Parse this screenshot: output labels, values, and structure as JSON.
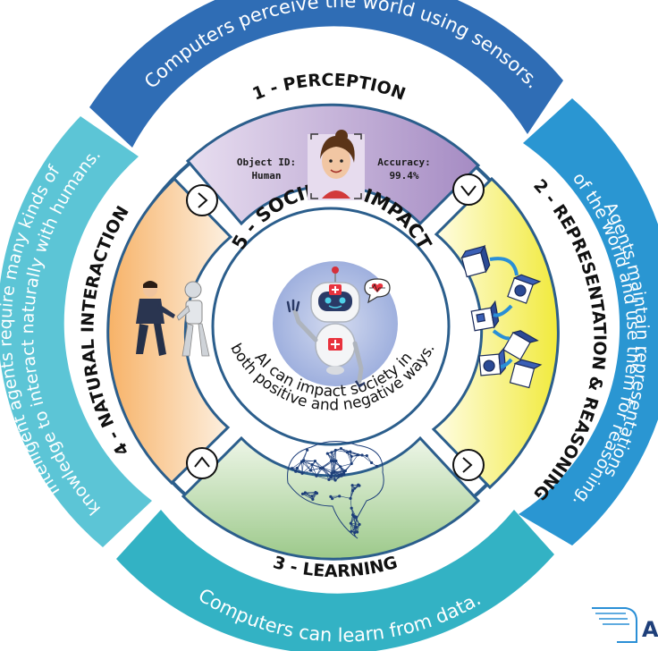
{
  "outer_ring": {
    "top": "Computers perceive the world using sensors.",
    "right_line1": "Agents maintain representations",
    "right_line2": "of the world and use them for reasoning.",
    "bottom": "Computers can learn from data.",
    "left_line1": "Intelligent agents require many kinds of",
    "left_line2": "knowledge to interact naturally with humans."
  },
  "sections": {
    "perception": "1 - PERCEPTION",
    "representation": "2 - REPRESENTATION & REASONING",
    "learning": "3 - LEARNING",
    "interaction": "4 - NATURAL INTERACTION"
  },
  "center": {
    "title": "5 - SOCIETAL IMPACT",
    "line1": "AI can impact society in",
    "line2": "both positive and negative ways."
  },
  "perception_panel": {
    "object_label": "Object ID:",
    "object_value": "Human",
    "accuracy_label": "Accuracy:",
    "accuracy_value": "99.4%"
  },
  "logo_text": "A",
  "colors": {
    "top_ring": "#2f6db5",
    "right_ring": "#2a96d2",
    "bottom_ring": "#33b2c4",
    "left_ring": "#5cc5d6",
    "inner_ring": "#2b5e8c"
  },
  "icons": [
    "chevron-icon",
    "face-icon",
    "robot-icon",
    "brain-icon",
    "cube-icon",
    "handshake-icon",
    "heart-icon"
  ]
}
